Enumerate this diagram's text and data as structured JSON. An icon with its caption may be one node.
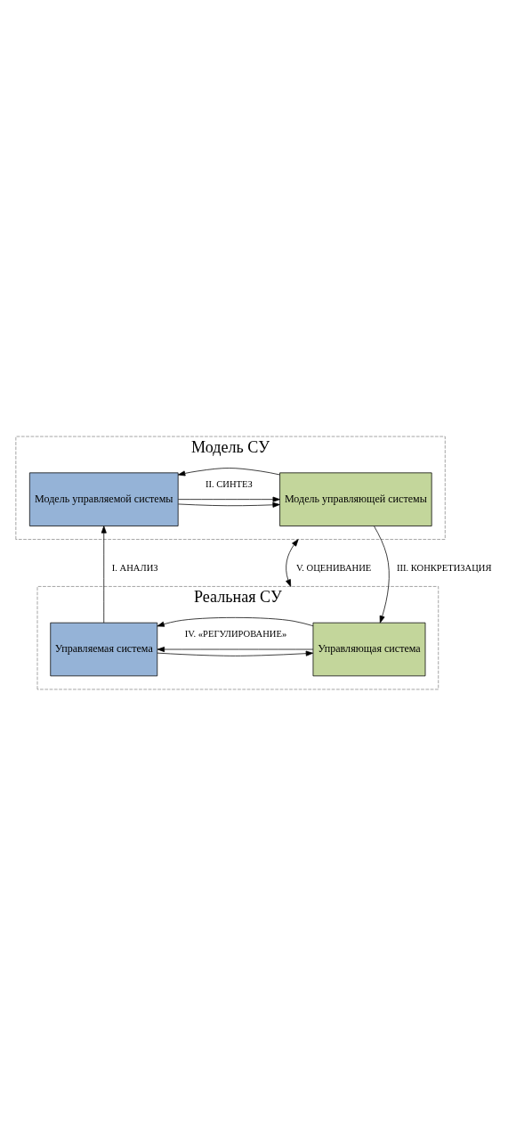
{
  "diagram": {
    "nodes": [
      {
        "text": [
          "Модель СУ"
        ]
      },
      {
        "text": [
          "Модель управляющей системы"
        ],
        "in": 0
      },
      {
        "text": [
          "Модель управляемой системы"
        ],
        "in": 0
      },
      {
        "text": [
          "Реальная СУ"
        ]
      },
      {
        "text": [
          "Управляющая система"
        ],
        "in": 3
      },
      {
        "text": [
          "Управляемая система"
        ],
        "in": 3
      }
    ],
    "edges": [
      {
        "from": 1,
        "to": 2,
        "arrow": "to"
      },
      {
        "from": 2,
        "to": 1,
        "arrow": "to"
      },
      {
        "from": 4,
        "to": 5,
        "arrow": "to"
      },
      {
        "from": 5,
        "to": 4,
        "arrow": "to"
      },
      {
        "from": 5,
        "to": 2,
        "arrow": "to",
        "label": "I. АНАЛИЗ"
      },
      {
        "from": 2,
        "to": 1,
        "arrow": "to",
        "label": "II. СИНТЕЗ"
      },
      {
        "from": 1,
        "to": 4,
        "arrow": "to",
        "label": "III. КОНКРЕТИЗАЦИЯ"
      },
      {
        "from": 4,
        "to": 5,
        "arrow": "to",
        "label": "IV. «РЕГУЛИРОВАНИЕ»"
      },
      {
        "from": 0,
        "to": 3,
        "arrow": "both",
        "label": "V. ОЦЕНИВАНИЕ"
      }
    ]
  }
}
